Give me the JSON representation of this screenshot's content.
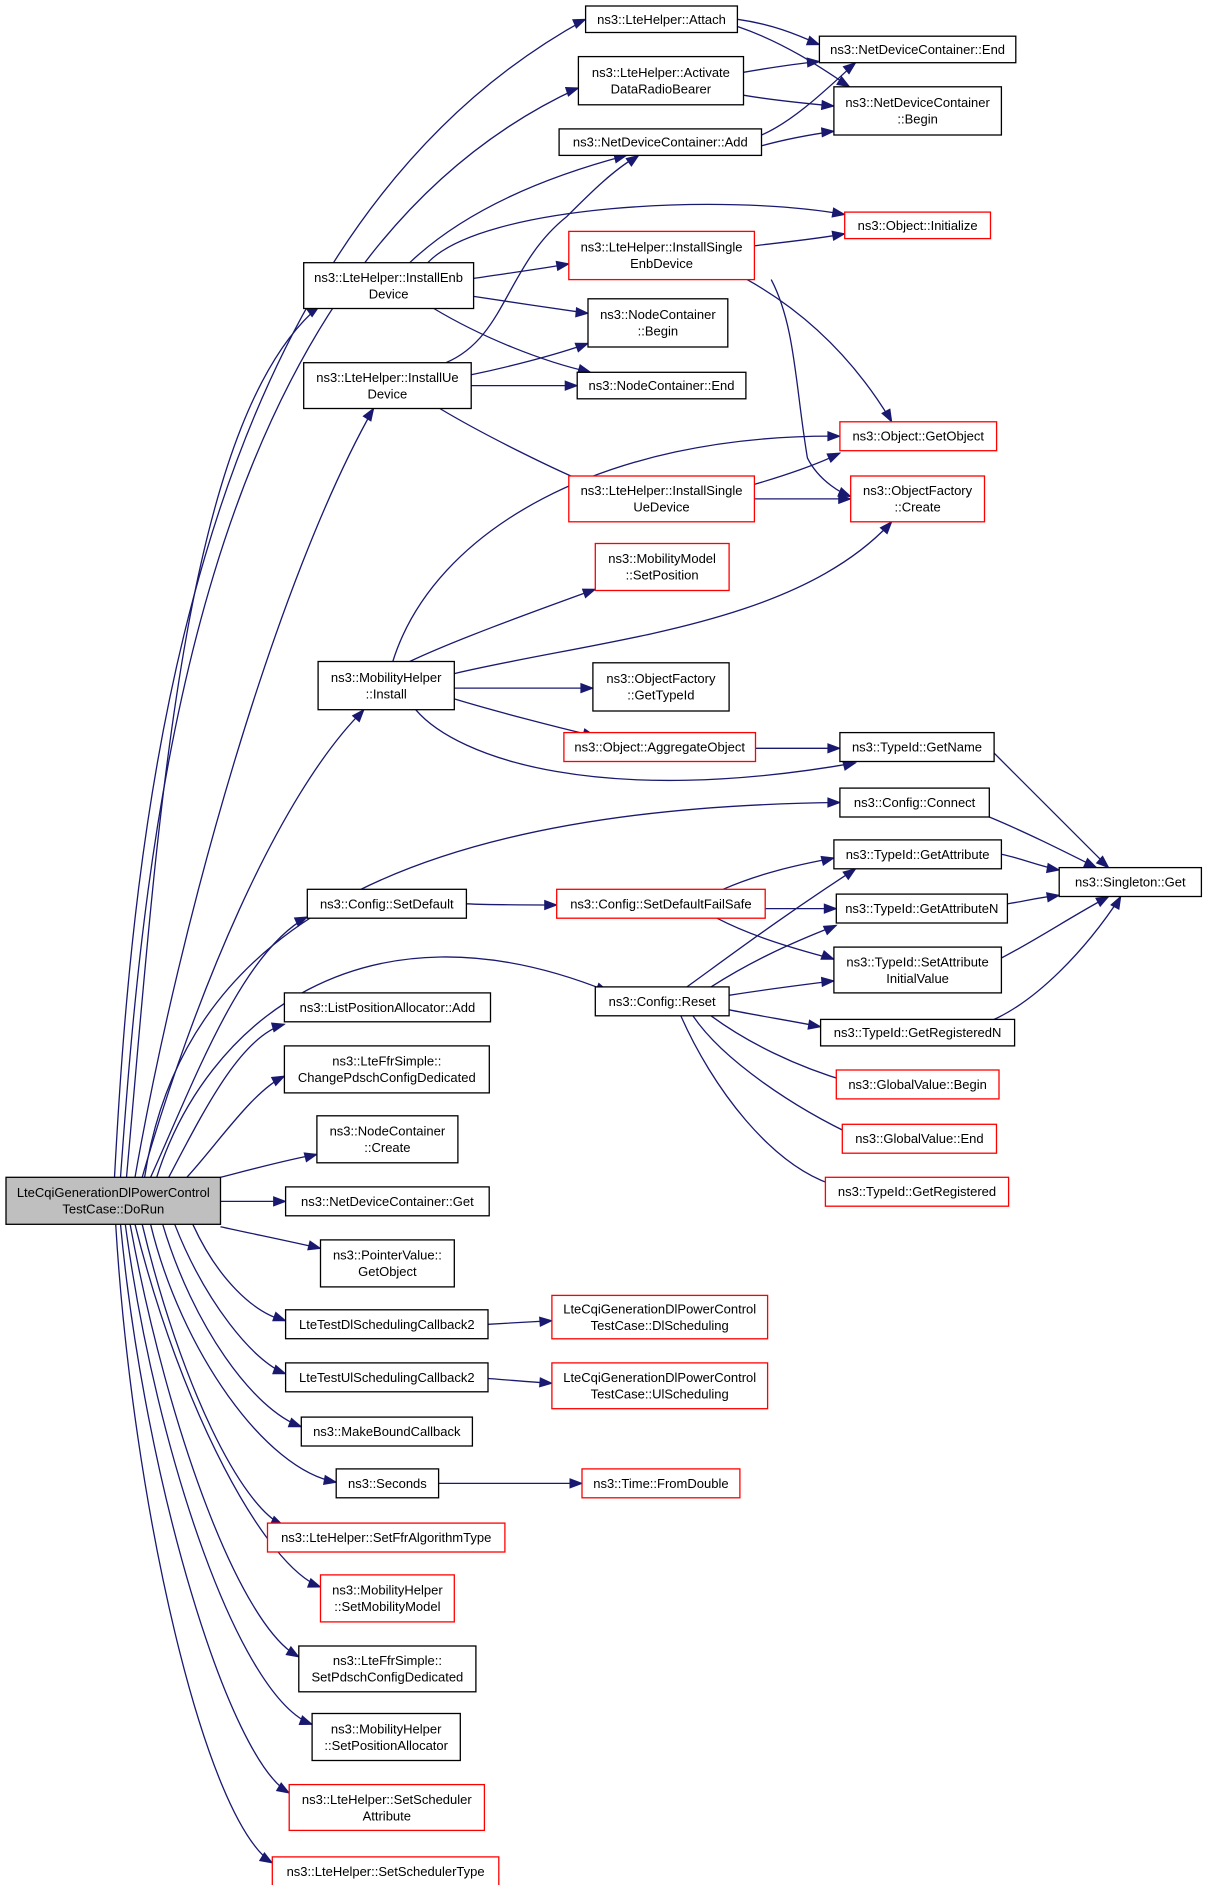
{
  "colors": {
    "edge": "#191970",
    "border_default": "#000000",
    "border_truncated": "#ff0000",
    "root_fill": "#bfbfbf"
  },
  "nodes": [
    {
      "id": "root",
      "lines": [
        "LteCqiGenerationDlPowerControl",
        "TestCase::DoRun"
      ],
      "style": "root"
    },
    {
      "id": "attach",
      "lines": [
        "ns3::LteHelper::Attach"
      ],
      "style": "black"
    },
    {
      "id": "activate",
      "lines": [
        "ns3::LteHelper::Activate",
        "DataRadioBearer"
      ],
      "style": "black"
    },
    {
      "id": "ndcAdd",
      "lines": [
        "ns3::NetDeviceContainer::Add"
      ],
      "style": "black"
    },
    {
      "id": "ndcEnd",
      "lines": [
        "ns3::NetDeviceContainer::End"
      ],
      "style": "black"
    },
    {
      "id": "ndcBegin",
      "lines": [
        "ns3::NetDeviceContainer",
        "::Begin"
      ],
      "style": "black"
    },
    {
      "id": "installEnb",
      "lines": [
        "ns3::LteHelper::InstallEnb",
        "Device"
      ],
      "style": "black"
    },
    {
      "id": "installSingleEnb",
      "lines": [
        "ns3::LteHelper::InstallSingle",
        "EnbDevice"
      ],
      "style": "red"
    },
    {
      "id": "objInit",
      "lines": [
        "ns3::Object::Initialize"
      ],
      "style": "red"
    },
    {
      "id": "ncBegin",
      "lines": [
        "ns3::NodeContainer",
        "::Begin"
      ],
      "style": "black"
    },
    {
      "id": "installUe",
      "lines": [
        "ns3::LteHelper::InstallUe",
        "Device"
      ],
      "style": "black"
    },
    {
      "id": "ncEnd",
      "lines": [
        "ns3::NodeContainer::End"
      ],
      "style": "black"
    },
    {
      "id": "getObject",
      "lines": [
        "ns3::Object::GetObject"
      ],
      "style": "red"
    },
    {
      "id": "installSingleUe",
      "lines": [
        "ns3::LteHelper::InstallSingle",
        "UeDevice"
      ],
      "style": "red"
    },
    {
      "id": "ofCreate",
      "lines": [
        "ns3::ObjectFactory",
        "::Create"
      ],
      "style": "red"
    },
    {
      "id": "setPosition",
      "lines": [
        "ns3::MobilityModel",
        "::SetPosition"
      ],
      "style": "red"
    },
    {
      "id": "mhInstall",
      "lines": [
        "ns3::MobilityHelper",
        "::Install"
      ],
      "style": "black"
    },
    {
      "id": "ofGetTypeId",
      "lines": [
        "ns3::ObjectFactory",
        "::GetTypeId"
      ],
      "style": "black"
    },
    {
      "id": "aggregate",
      "lines": [
        "ns3::Object::AggregateObject"
      ],
      "style": "red"
    },
    {
      "id": "tidGetName",
      "lines": [
        "ns3::TypeId::GetName"
      ],
      "style": "black"
    },
    {
      "id": "cfgConnect",
      "lines": [
        "ns3::Config::Connect"
      ],
      "style": "black"
    },
    {
      "id": "cfgSetDefault",
      "lines": [
        "ns3::Config::SetDefault"
      ],
      "style": "black"
    },
    {
      "id": "cfgSetDefaultFailSafe",
      "lines": [
        "ns3::Config::SetDefaultFailSafe"
      ],
      "style": "red"
    },
    {
      "id": "tidGetAttribute",
      "lines": [
        "ns3::TypeId::GetAttribute"
      ],
      "style": "black"
    },
    {
      "id": "singletonGet",
      "lines": [
        "ns3::Singleton::Get"
      ],
      "style": "black"
    },
    {
      "id": "tidGetAttributeN",
      "lines": [
        "ns3::TypeId::GetAttributeN"
      ],
      "style": "black"
    },
    {
      "id": "tidSetAttrInit",
      "lines": [
        "ns3::TypeId::SetAttribute",
        "InitialValue"
      ],
      "style": "black"
    },
    {
      "id": "cfgReset",
      "lines": [
        "ns3::Config::Reset"
      ],
      "style": "black"
    },
    {
      "id": "tidGetRegisteredN",
      "lines": [
        "ns3::TypeId::GetRegisteredN"
      ],
      "style": "black"
    },
    {
      "id": "gvBegin",
      "lines": [
        "ns3::GlobalValue::Begin"
      ],
      "style": "red"
    },
    {
      "id": "gvEnd",
      "lines": [
        "ns3::GlobalValue::End"
      ],
      "style": "red"
    },
    {
      "id": "tidGetRegistered",
      "lines": [
        "ns3::TypeId::GetRegistered"
      ],
      "style": "red"
    },
    {
      "id": "lpaAdd",
      "lines": [
        "ns3::ListPositionAllocator::Add"
      ],
      "style": "black"
    },
    {
      "id": "changePdsch",
      "lines": [
        "ns3::LteFfrSimple::",
        "ChangePdschConfigDedicated"
      ],
      "style": "black"
    },
    {
      "id": "ncCreate",
      "lines": [
        "ns3::NodeContainer",
        "::Create"
      ],
      "style": "black"
    },
    {
      "id": "ndcGet",
      "lines": [
        "ns3::NetDeviceContainer::Get"
      ],
      "style": "black"
    },
    {
      "id": "pvGetObject",
      "lines": [
        "ns3::PointerValue::",
        "GetObject"
      ],
      "style": "black"
    },
    {
      "id": "dlCb",
      "lines": [
        "LteTestDlSchedulingCallback2"
      ],
      "style": "black"
    },
    {
      "id": "dlSched",
      "lines": [
        "LteCqiGenerationDlPowerControl",
        "TestCase::DlScheduling"
      ],
      "style": "red"
    },
    {
      "id": "ulCb",
      "lines": [
        "LteTestUlSchedulingCallback2"
      ],
      "style": "black"
    },
    {
      "id": "ulSched",
      "lines": [
        "LteCqiGenerationDlPowerControl",
        "TestCase::UlScheduling"
      ],
      "style": "red"
    },
    {
      "id": "makeBound",
      "lines": [
        "ns3::MakeBoundCallback"
      ],
      "style": "black"
    },
    {
      "id": "seconds",
      "lines": [
        "ns3::Seconds"
      ],
      "style": "black"
    },
    {
      "id": "fromDouble",
      "lines": [
        "ns3::Time::FromDouble"
      ],
      "style": "red"
    },
    {
      "id": "setFfr",
      "lines": [
        "ns3::LteHelper::SetFfrAlgorithmType"
      ],
      "style": "red"
    },
    {
      "id": "setMobility",
      "lines": [
        "ns3::MobilityHelper",
        "::SetMobilityModel"
      ],
      "style": "red"
    },
    {
      "id": "setPdsch",
      "lines": [
        "ns3::LteFfrSimple::",
        "SetPdschConfigDedicated"
      ],
      "style": "black"
    },
    {
      "id": "setPosAlloc",
      "lines": [
        "ns3::MobilityHelper",
        "::SetPositionAllocator"
      ],
      "style": "black"
    },
    {
      "id": "setSchedAttr",
      "lines": [
        "ns3::LteHelper::SetScheduler",
        "Attribute"
      ],
      "style": "red"
    },
    {
      "id": "setSchedType",
      "lines": [
        "ns3::LteHelper::SetSchedulerType"
      ],
      "style": "red"
    }
  ]
}
